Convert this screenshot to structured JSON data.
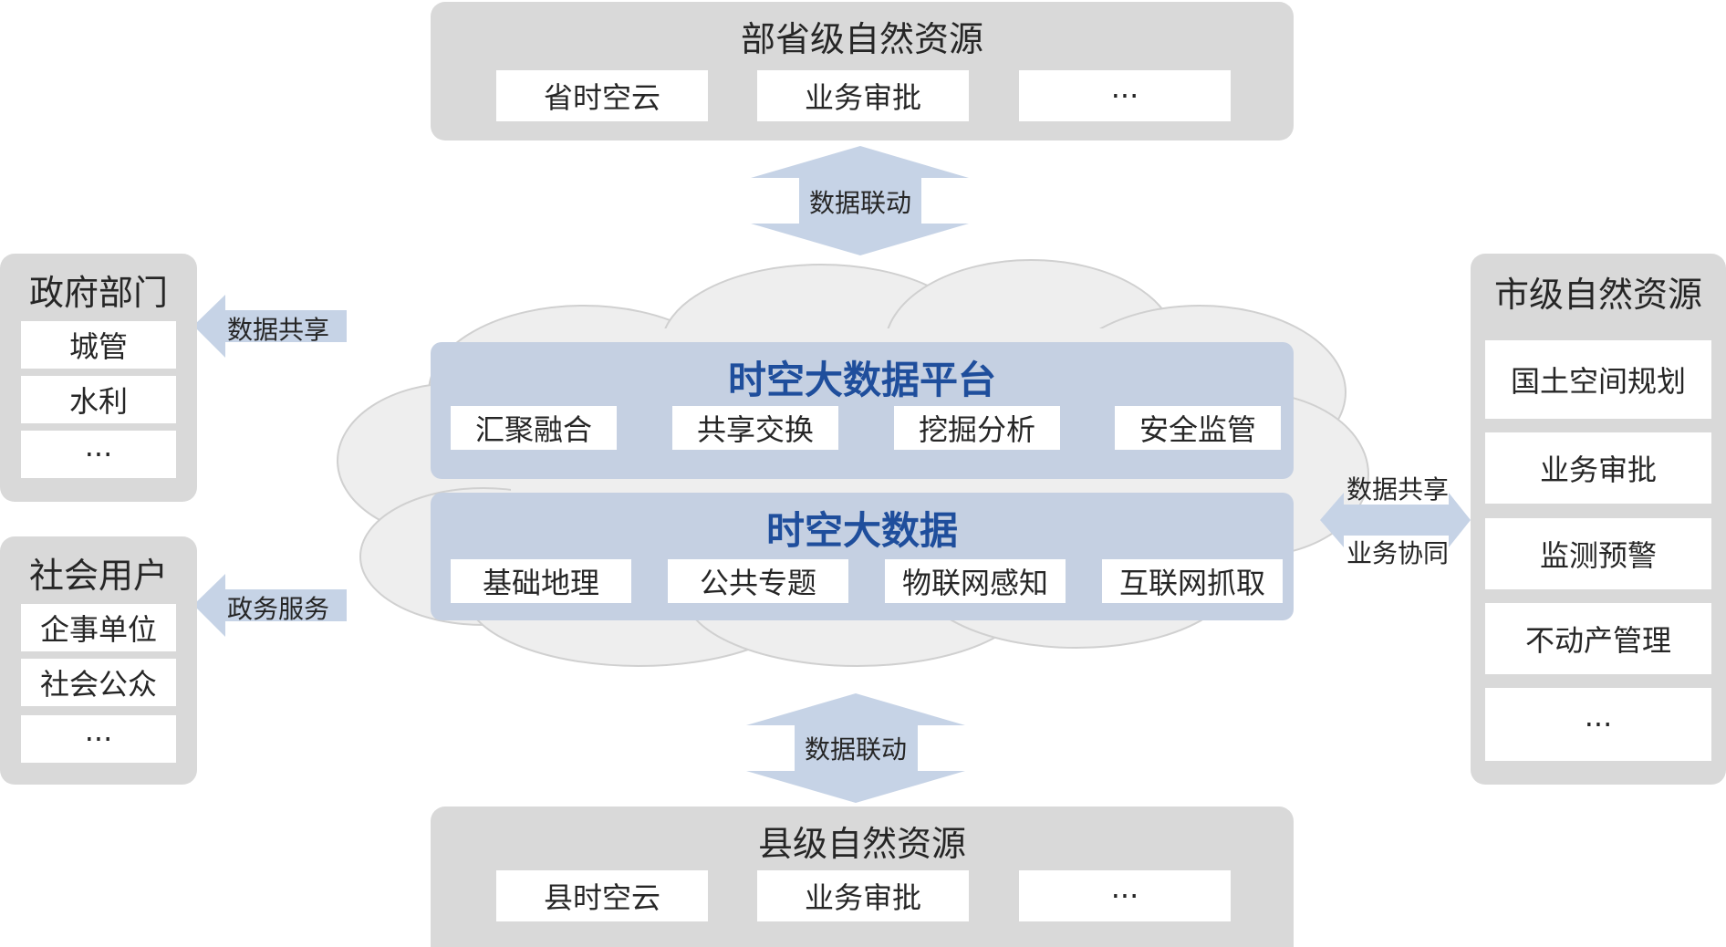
{
  "top": {
    "title": "部省级自然资源",
    "items": [
      "省时空云",
      "业务审批",
      "···"
    ]
  },
  "top_link": "数据联动",
  "platform": {
    "title": "时空大数据平台",
    "items": [
      "汇聚融合",
      "共享交换",
      "挖掘分析",
      "安全监管"
    ]
  },
  "bigdata": {
    "title": "时空大数据",
    "items": [
      "基础地理",
      "公共专题",
      "物联网感知",
      "互联网抓取"
    ]
  },
  "bottom_link": "数据联动",
  "bottom": {
    "title": "县级自然资源",
    "items": [
      "县时空云",
      "业务审批",
      "···"
    ]
  },
  "gov": {
    "title": "政府部门",
    "items": [
      "城管",
      "水利",
      "···"
    ],
    "link": "数据共享"
  },
  "society": {
    "title": "社会用户",
    "items": [
      "企事单位",
      "社会公众",
      "···"
    ],
    "link": "政务服务"
  },
  "city": {
    "title": "市级自然资源",
    "items": [
      "国土空间规划",
      "业务审批",
      "监测预警",
      "不动产管理",
      "···"
    ]
  },
  "right_link": {
    "top": "数据共享",
    "bottom": "业务协同"
  },
  "colors": {
    "panel_gray": "#d9d9d9",
    "platform_blue": "#c5d0e2",
    "arrow_blue": "#c6d3e6",
    "title_blue": "#1f4e9c",
    "cloud": "#eeeeee"
  }
}
